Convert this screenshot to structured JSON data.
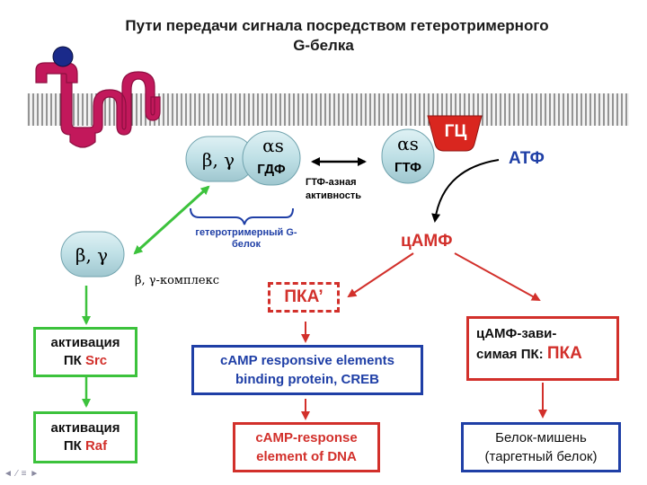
{
  "title": {
    "line1": "Пути передачи сигнала посредством гетеротримерного",
    "line2": "G-белка"
  },
  "colors": {
    "receptor": "#c2185b",
    "membrane_dark": "#555555",
    "membrane_light": "#f2f2f2",
    "subunit_fill": "#c8e4ea",
    "green_arrow": "#3cc23c",
    "red_arrow": "#d2302b",
    "blue": "#1f3fa6",
    "gc_red": "#d9261f",
    "ligand": "#1a2a8a"
  },
  "complex_gdp": {
    "beta_gamma": "β, γ",
    "alpha_s": "αs",
    "gdp": "ГДФ"
  },
  "complex_gtp": {
    "alpha_s": "αs",
    "gtp": "ГТФ"
  },
  "gc_enzyme": "ГЦ",
  "atp": "АТФ",
  "gtpase_label": "ГТФ-азная активность",
  "heterotrimer_label": "гетеротримерный G-белок",
  "free_beta_gamma": "β, γ",
  "beta_gamma_complex_label": "β, γ-комплекс",
  "camp": "цАМФ",
  "pka_prime": "ПКА’",
  "left_chain": {
    "src_line1": "активация",
    "src_prefix": "ПК ",
    "src_name": "Src",
    "raf_line1": "активация",
    "raf_prefix": "ПК ",
    "raf_name": "Raf"
  },
  "center_chain": {
    "creb_line1": "cAMP responsive elements",
    "creb_line2_a": "binding protein, ",
    "creb_line2_b": "CREB",
    "cre_line1": "cAMP-response",
    "cre_line2": "element of DNA"
  },
  "right_chain": {
    "pka_line1": "цАМФ-зави-",
    "pka_line2": "симая ПК:",
    "pka_name": "ПКА",
    "target_line1": "Белок-мишень",
    "target_line2": "(таргетный белок)"
  },
  "nav_icons": [
    "prev-icon",
    "next-icon",
    "menu-icon",
    "forward-icon"
  ]
}
